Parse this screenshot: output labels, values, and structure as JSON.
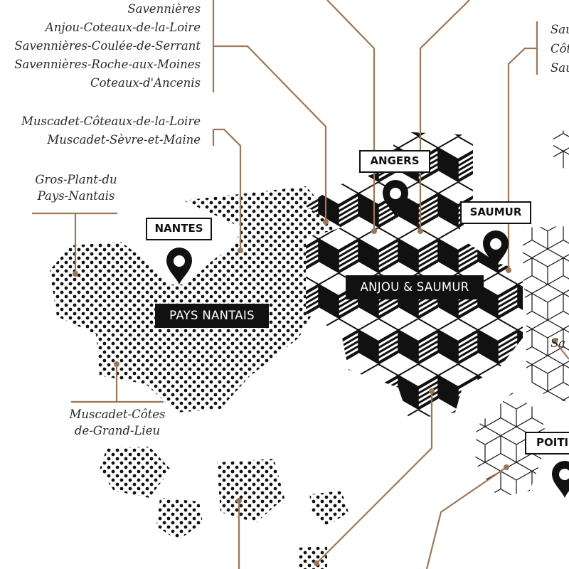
{
  "colors": {
    "leader": "#9c7659",
    "ink": "#111111",
    "paper": "#ffffff"
  },
  "icons": {
    "pin": "map-pin-icon"
  },
  "appellations": {
    "top_group": [
      "Savennières",
      "Anjou-Coteaux-de-la-Loire",
      "Savennières-Coulée-de-Serrant",
      "Savennières-Roche-aux-Moines",
      "Coteaux-d'Ancenis"
    ],
    "muscadet_group": [
      "Muscadet-Côteaux-de-la-Loire",
      "Muscadet-Sèvre-et-Maine"
    ],
    "gros_plant": [
      "Gros-Plant-du",
      "Pays-Nantais"
    ],
    "cotes_grand_lieu": [
      "Muscadet-Côtes",
      "de-Grand-Lieu"
    ],
    "right_group": [
      "Sau",
      "Côt",
      "Sau"
    ],
    "right_mid": [
      "Sa"
    ]
  },
  "cities": {
    "nantes": "NANTES",
    "angers": "ANGERS",
    "saumur": "SAUMUR",
    "poitiers": "POITI"
  },
  "regions": {
    "pays_nantais": "PAYS NANTAIS",
    "anjou_saumur": "ANJOU & SAUMUR"
  }
}
